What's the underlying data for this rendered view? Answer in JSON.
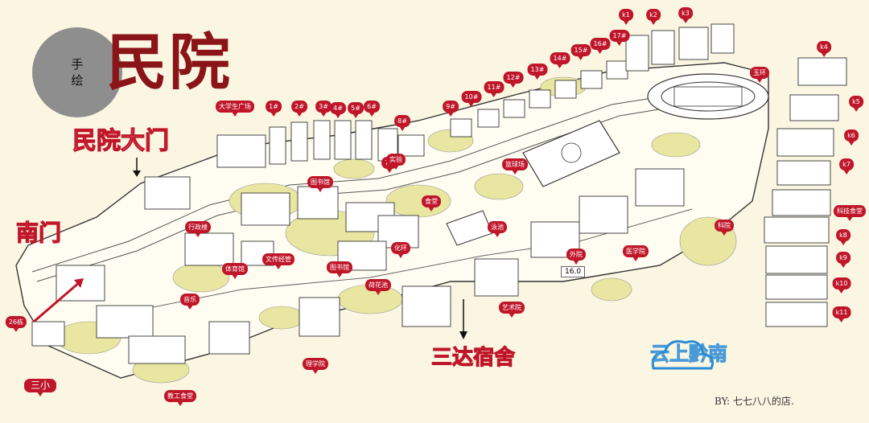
{
  "map": {
    "badge": {
      "line1": "手",
      "line2": "绘"
    },
    "title": "民院",
    "gate_label": "民院大门",
    "south_gate_label": "南门",
    "dorm_label": "三达宿舍",
    "school_label": "三小",
    "credit": "BY: 七七八八的店.",
    "watermark": "云上黔南",
    "field_readout": "16.0",
    "pins": {
      "k1": "k1",
      "k2": "k2",
      "k3": "k3",
      "k4": "k4",
      "k5": "k5",
      "k6": "k6",
      "k7": "k7",
      "k8": "k8",
      "k9": "k9",
      "k10": "k10",
      "k11": "k11",
      "b1": "1#",
      "b2": "2#",
      "b3": "3#",
      "b4": "4#",
      "b5": "5#",
      "b6": "6#",
      "b7": "7#",
      "b8": "8#",
      "b9": "9#",
      "b10": "10#",
      "b11": "11#",
      "b12": "12#",
      "b13": "13#",
      "b14": "14#",
      "b15": "15#",
      "b16": "16#",
      "b17": "17#",
      "yuhuan": "玉环",
      "plaza": "大学生广场",
      "library1": "图书馆",
      "library2": "图书馆",
      "admin": "行政楼",
      "artlab": "文传经管",
      "chem": "化环",
      "pool": "泳池",
      "gym": "篮球场",
      "canteen": "食堂",
      "foreign": "外院",
      "medical": "医学院",
      "kejiao": "科院",
      "science": "理学院",
      "art": "艺术院",
      "staff_canteen": "教工食堂",
      "canteen2": "科技食堂",
      "lake": "荷花池",
      "tiyuguan": "体育馆",
      "music": "音乐",
      "dorm26": "26栋",
      "shiyan": "实验"
    }
  }
}
